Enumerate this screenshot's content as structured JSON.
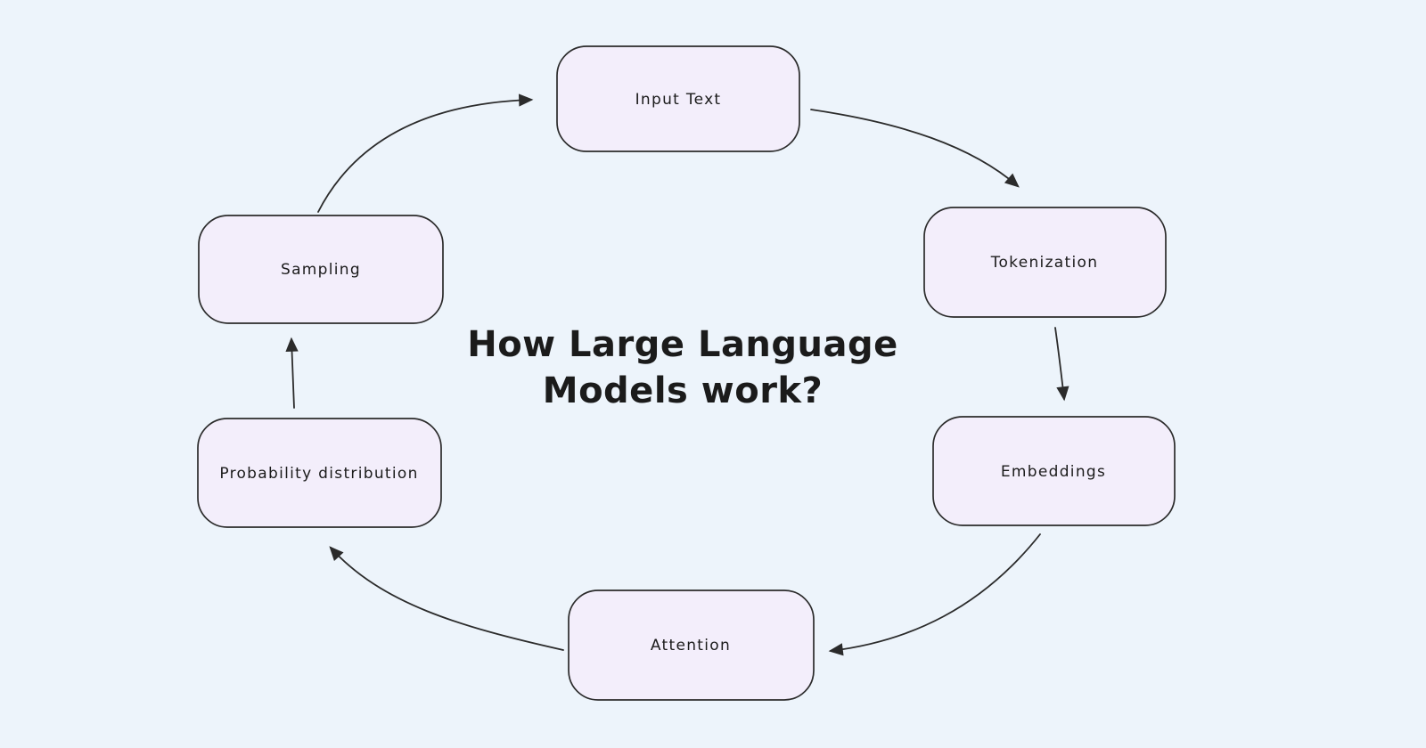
{
  "title": {
    "line1": "How Large Language",
    "line2": "Models work?"
  },
  "nodes": [
    {
      "id": "input-text",
      "label": "Input Text"
    },
    {
      "id": "tokenization",
      "label": "Tokenization"
    },
    {
      "id": "embeddings",
      "label": "Embeddings"
    },
    {
      "id": "attention",
      "label": "Attention"
    },
    {
      "id": "probability-distribution",
      "label": "Probability distribution"
    },
    {
      "id": "sampling",
      "label": "Sampling"
    }
  ],
  "edges": [
    {
      "from": "sampling",
      "to": "input-text"
    },
    {
      "from": "input-text",
      "to": "tokenization"
    },
    {
      "from": "tokenization",
      "to": "embeddings"
    },
    {
      "from": "embeddings",
      "to": "attention"
    },
    {
      "from": "attention",
      "to": "probability-distribution"
    },
    {
      "from": "probability-distribution",
      "to": "sampling"
    }
  ],
  "colors": {
    "background": "#edf4fb",
    "node_fill": "#f3eefb",
    "stroke": "#2b2b2b",
    "text": "#1b1b1b"
  }
}
